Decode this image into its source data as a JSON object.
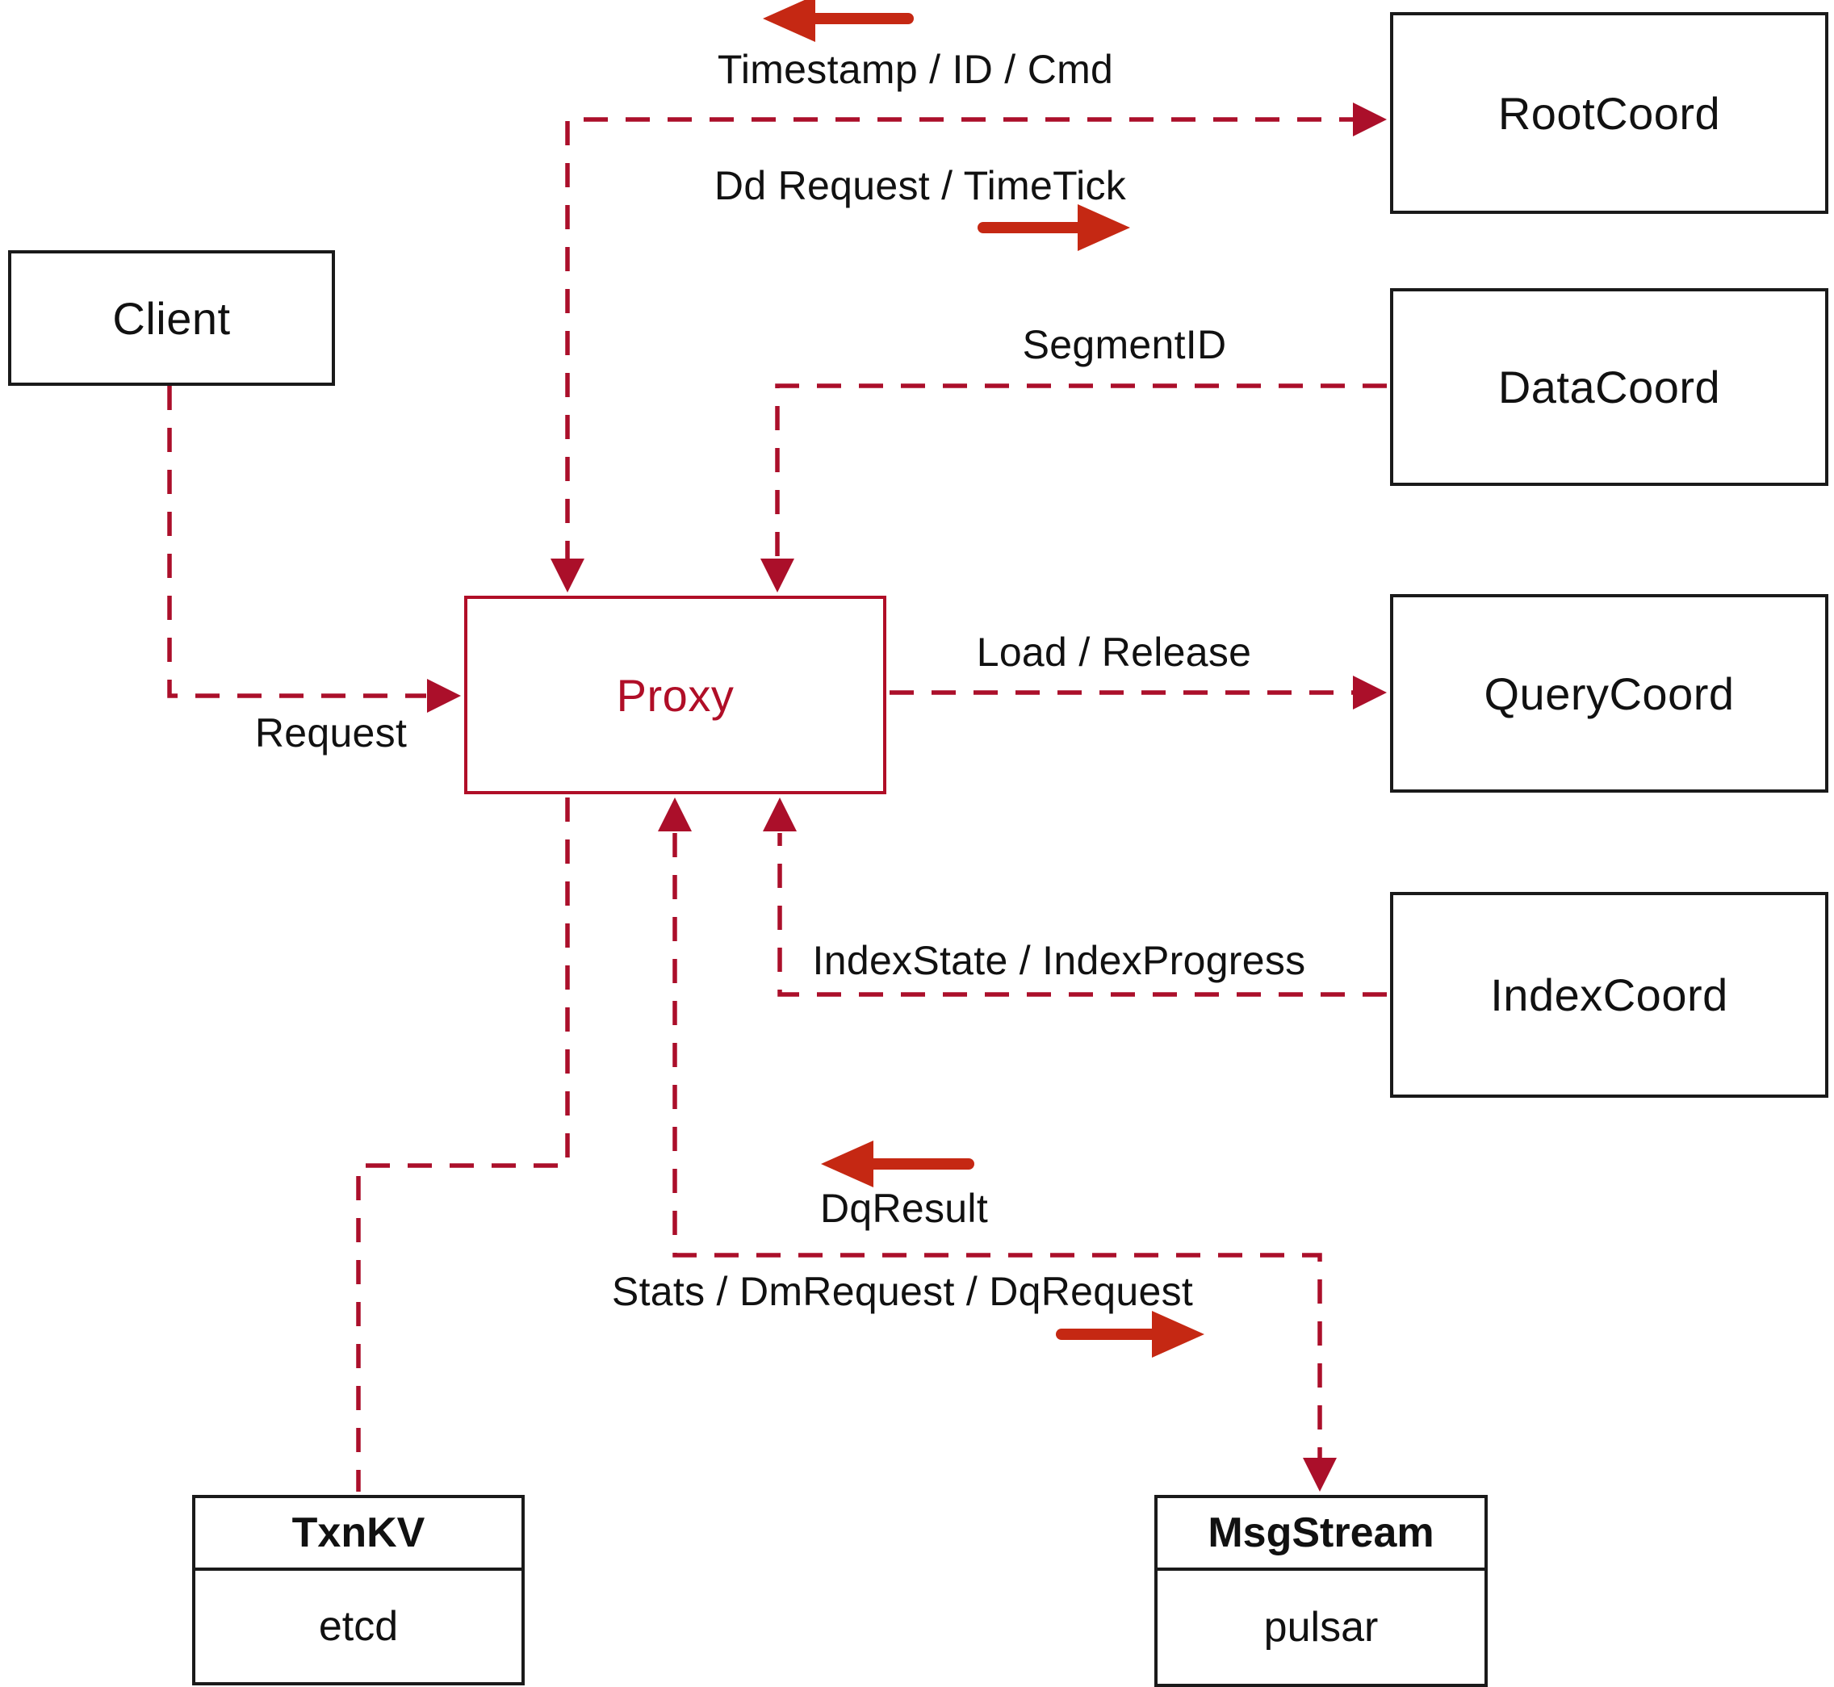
{
  "diagram": {
    "nodes": {
      "client": {
        "label": "Client"
      },
      "proxy": {
        "label": "Proxy"
      },
      "root_coord": {
        "label": "RootCoord"
      },
      "data_coord": {
        "label": "DataCoord"
      },
      "query_coord": {
        "label": "QueryCoord"
      },
      "index_coord": {
        "label": "IndexCoord"
      },
      "txn_kv": {
        "title": "TxnKV",
        "subtitle": "etcd"
      },
      "msg_stream": {
        "title": "MsgStream",
        "subtitle": "pulsar"
      }
    },
    "edge_labels": {
      "timestamp_id_cmd": "Timestamp / ID / Cmd",
      "dd_request_timetick": "Dd Request / TimeTick",
      "segment_id": "SegmentID",
      "load_release": "Load / Release",
      "index_state_progress": "IndexState / IndexProgress",
      "dq_result": "DqResult",
      "stats_dm_dq_request": "Stats / DmRequest / DqRequest",
      "request": "Request"
    },
    "colors": {
      "dashed_line": "#ab0f2a",
      "direction_arrow": "#c52813",
      "box_border": "#1a1a1a",
      "proxy_accent": "#b00e27",
      "text": "#111111",
      "background": "#ffffff"
    }
  }
}
